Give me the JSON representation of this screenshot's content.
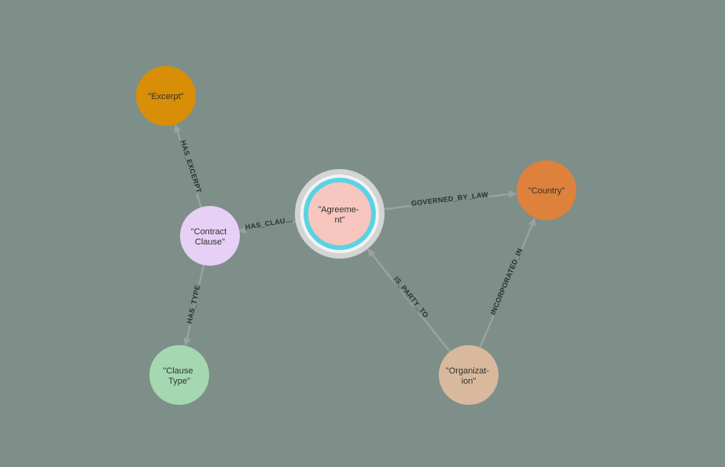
{
  "diagram": {
    "background": "#7d8f88",
    "edge_color": "#9aa1a4",
    "edge_label_color": "#2c2f31",
    "node_label_color": "#30332f"
  },
  "nodes": [
    {
      "id": "excerpt",
      "label_line1": "\"Excerpt\"",
      "label_line2": "",
      "color": "#d88e06"
    },
    {
      "id": "contract-clause",
      "label_line1": "\"Contract",
      "label_line2": "Clause\"",
      "color": "#e7d0f5"
    },
    {
      "id": "clause-type",
      "label_line1": "\"Clause",
      "label_line2": "Type\"",
      "color": "#a5d8b1"
    },
    {
      "id": "agreement",
      "label_line1": "\"Agreeme-",
      "label_line2": "nt\"",
      "color": "#f7c6bf",
      "ring_color": "#59d3e4",
      "gap_color": "#f2f3f2",
      "outer_ring_color": "#d3d4d3",
      "selected": true
    },
    {
      "id": "country",
      "label_line1": "\"Country\"",
      "label_line2": "",
      "color": "#de813c"
    },
    {
      "id": "organization",
      "label_line1": "\"Organizat-",
      "label_line2": "ion\"",
      "color": "#d8b99d"
    }
  ],
  "edges": [
    {
      "from": "contract-clause",
      "to": "excerpt",
      "label": "HAS_EXCERPT"
    },
    {
      "from": "agreement",
      "to": "contract-clause",
      "label": "HAS_CLAU…"
    },
    {
      "from": "contract-clause",
      "to": "clause-type",
      "label": "HAS_TYPE"
    },
    {
      "from": "agreement",
      "to": "country",
      "label": "GOVERNED_BY_LAW"
    },
    {
      "from": "organization",
      "to": "agreement",
      "label": "IS_PARTY_TO"
    },
    {
      "from": "organization",
      "to": "country",
      "label": "INCORPORATED_IN"
    }
  ]
}
